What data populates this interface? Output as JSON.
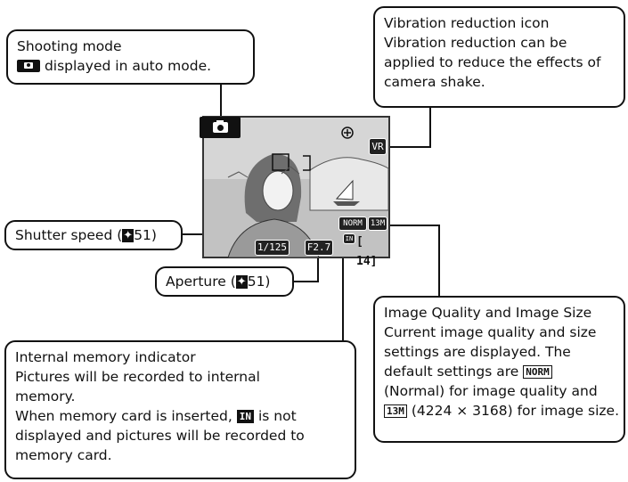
{
  "shooting_mode": {
    "title": "Shooting mode",
    "line2_icon": "camera-auto-mode-icon",
    "line2_text": "displayed in auto mode."
  },
  "vibration_reduction": {
    "line1": "Vibration reduction icon",
    "line2": "Vibration reduction can be",
    "line3": "applied to reduce the effects of",
    "line4": "camera shake."
  },
  "shutter_speed": {
    "label": "Shutter speed (",
    "ref_icon": "reference-mark-icon",
    "page": "51)"
  },
  "aperture": {
    "label": "Aperture (",
    "ref_icon": "reference-mark-icon",
    "page": "51)"
  },
  "internal_memory": {
    "line1": "Internal memory indicator",
    "line2": "Pictures will be recorded to internal",
    "line3": "memory.",
    "line4_before": "When memory card is inserted,",
    "line4_icon": "IN",
    "line4_after": "is not",
    "line5": "displayed and pictures will be recorded to",
    "line6": "memory card."
  },
  "image_quality": {
    "line1": "Image Quality and Image Size",
    "line2": "Current image quality and size",
    "line3": "settings are displayed. The",
    "line4_before": "default settings are",
    "line4_icon": "NORM",
    "line5": "(Normal) for image quality and",
    "line6_icon": "13M",
    "line6_text": "(4224 × 3168) for image size."
  },
  "camera_screen": {
    "shutter": "1/125",
    "aperture": "F2.7",
    "quality": "NORM",
    "size": "13M",
    "vr": "VR",
    "memory": "IN",
    "exposures": "[ 14]"
  },
  "colors": {
    "line": "#111111",
    "photo_sky": "#d6d6d6",
    "osd_bg": "#222222"
  }
}
